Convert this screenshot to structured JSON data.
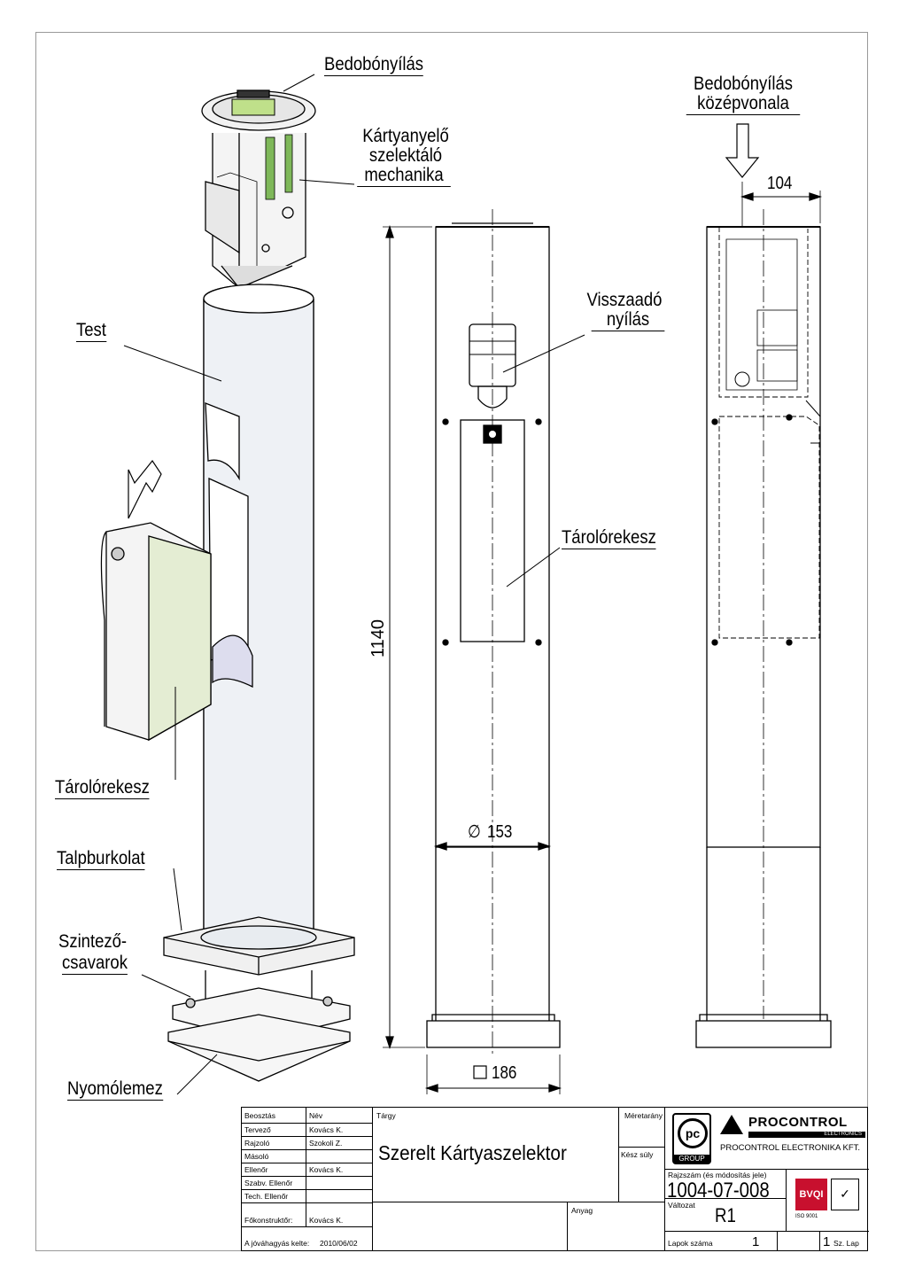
{
  "callouts": {
    "bedobonyilas_top": "Bedobónyílás",
    "kartyanyelo_1": "Kártyanyelő",
    "kartyanyelo_2": "szelektáló",
    "kartyanyelo_3": "mechanika",
    "test": "Test",
    "tarolorekesz_left": "Tárolórekesz",
    "talpburkolat": "Talpburkolat",
    "szintezo_1": "Szintező-",
    "szintezo_2": "csavarok",
    "nyomolemez": "Nyomólemez",
    "bedobonyilas_kozep_1": "Bedobónyílás",
    "bedobonyilas_kozep_2": "középvonala",
    "visszaado_1": "Visszaadó",
    "visszaado_2": "nyílás",
    "tarolorekesz_center": "Tárolórekesz"
  },
  "dimensions": {
    "height": "1140",
    "diameter": "153",
    "base": "186",
    "offset": "104"
  },
  "title_block": {
    "hdr_beosztas": "Beosztás",
    "hdr_nev": "Név",
    "hdr_targy": "Tárgy",
    "hdr_meretarany": "Méretarány",
    "rows": [
      {
        "role": "Tervező",
        "name": "Kovács K."
      },
      {
        "role": "Rajzoló",
        "name": "Szokoli Z."
      },
      {
        "role": "Másoló",
        "name": ""
      },
      {
        "role": "Ellenőr",
        "name": "Kovács K."
      },
      {
        "role": "Szabv. Ellenőr",
        "name": ""
      },
      {
        "role": "Tech. Ellenőr",
        "name": ""
      }
    ],
    "fokonstruktor_label": "Főkonstruktőr:",
    "fokonstruktor_name": "Kovács K.",
    "jovahagyas_label": "A jóváhagyás kelte:",
    "jovahagyas_date": "2010/06/02",
    "title": "Szerelt Kártyaszelektor",
    "kesz_suly": "Kész súly",
    "anyag": "Anyag",
    "pc_logo": "pc",
    "group_label": "GROUP",
    "brand": "PROCONTROL",
    "brand_sub": "ELECTRONICS",
    "company": "PROCONTROL ELECTRONIKA KFT.",
    "rajzszam_label": "Rajzszám (és módosítás jele)",
    "rajzszam": "1004-07-008",
    "valtozat_label": "Változat",
    "valtozat": "R1",
    "lapok_label": "Lapok száma",
    "lapok": "1",
    "sz_lap_value": "1",
    "sz_lap_label": "Sz. Lap",
    "cert_logo": "BVQI",
    "iso_label": "ISO 9001"
  }
}
